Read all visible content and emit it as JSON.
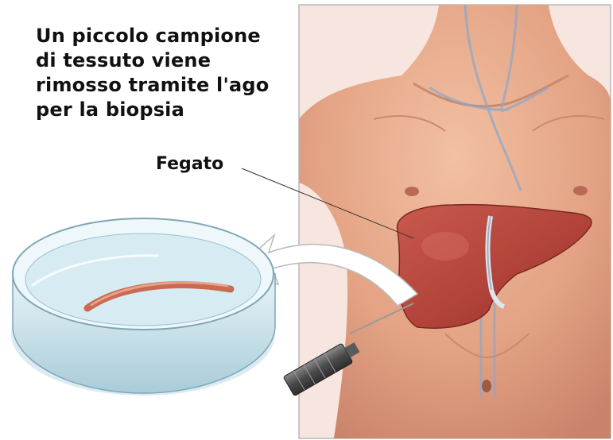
{
  "caption": {
    "lines": [
      "Un piccolo campione",
      "di tessuto viene",
      "rimosso tramite l'ago",
      "per la biopsia"
    ]
  },
  "labels": {
    "liver": "Fegato"
  },
  "colors": {
    "background": "#ffffff",
    "text": "#111111",
    "skin": "#e6a88a",
    "liver": "#b4443a",
    "tissue_sample": "#d8745a",
    "dish_glass": "#cfe6ef",
    "arrow": "#ffffff"
  },
  "icons": {
    "petri_dish": "petri-dish",
    "arrow": "curved-arrow",
    "syringe": "biopsy-needle"
  }
}
